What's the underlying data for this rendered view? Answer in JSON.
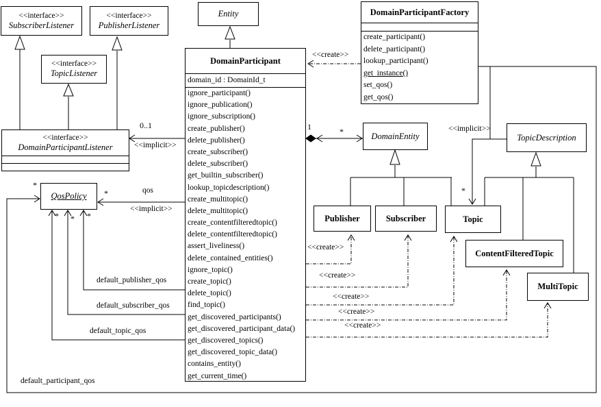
{
  "diagram": {
    "stereotypes": {
      "interface": "<<interface>>",
      "create": "<<create>>",
      "implicit": "<<implicit>>"
    },
    "multiplicities": {
      "star": "*",
      "one": "1",
      "zero_or_one": "0..1"
    },
    "roles": {
      "qos": "qos",
      "default_publisher_qos": "default_publisher_qos",
      "default_subscriber_qos": "default_subscriber_qos",
      "default_topic_qos": "default_topic_qos",
      "default_participant_qos": "default_participant_qos"
    },
    "classes": {
      "entity": {
        "name": "Entity"
      },
      "subscriber_listener": {
        "stereotype": "<<interface>>",
        "name": "SubscriberListener"
      },
      "publisher_listener": {
        "stereotype": "<<interface>>",
        "name": "PublisherListener"
      },
      "topic_listener": {
        "stereotype": "<<interface>>",
        "name": "TopicListener"
      },
      "domain_participant_listener": {
        "stereotype": "<<interface>>",
        "name": "DomainParticipantListener"
      },
      "domain_participant_factory": {
        "name": "DomainParticipantFactory",
        "methods": [
          "create_participant()",
          "delete_participant()",
          "lookup_participant()",
          {
            "text": "get_instance()",
            "underline": true
          },
          "set_qos()",
          "get_qos()"
        ]
      },
      "domain_participant": {
        "name": "DomainParticipant",
        "attributes": [
          "domain_id : DomainId_t"
        ],
        "methods": [
          "ignore_participant()",
          "ignore_publication()",
          "ignore_subscription()",
          "create_publisher()",
          "delete_publisher()",
          "create_subscriber()",
          "delete_subscriber()",
          "get_builtin_subscriber()",
          "lookup_topicdescription()",
          "create_multitopic()",
          "delete_multitopic()",
          "create_contentfilteredtopic()",
          "delete_contentfilteredtopic()",
          "assert_liveliness()",
          "delete_contained_entities()",
          "ignore_topic()",
          "create_topic()",
          "delete_topic()",
          "find_topic()",
          "get_discovered_participants()",
          "get_discovered_participant_data()",
          "get_discovered_topics()",
          "get_discovered_topic_data()",
          "contains_entity()",
          "get_current_time()"
        ]
      },
      "qos_policy": {
        "name": "QosPolicy"
      },
      "domain_entity": {
        "name": "DomainEntity"
      },
      "topic_description": {
        "name": "TopicDescription"
      },
      "publisher": {
        "name": "Publisher"
      },
      "subscriber": {
        "name": "Subscriber"
      },
      "topic": {
        "name": "Topic"
      },
      "content_filtered_topic": {
        "name": "ContentFilteredTopic"
      },
      "multi_topic": {
        "name": "MultiTopic"
      }
    }
  }
}
